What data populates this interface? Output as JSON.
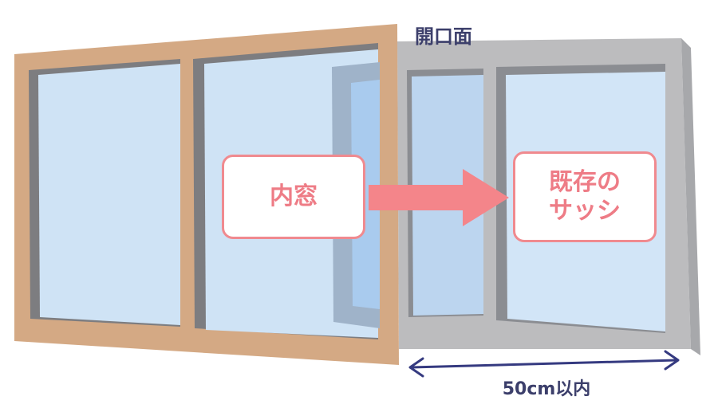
{
  "labels": {
    "opening": "開口面",
    "inner_window": "内窓",
    "existing_sash_line1": "既存の",
    "existing_sash_line2": "サッシ",
    "distance": "50cm以内"
  },
  "colors": {
    "wood_frame": "#d4a984",
    "wood_shadow": "#7d7d80",
    "existing_frame": "#bcbcbe",
    "existing_shadow": "#8b8d92",
    "glass": "#cfe3f5",
    "glass_mid": "#bcd5ef",
    "glass_deep": "#a9cbee",
    "callout_border": "#f08a8f",
    "callout_text": "#ee7c86",
    "arrow": "#f4858a",
    "measure": "#353a80",
    "label_text": "#3c3f6b"
  },
  "icons": {
    "flow_arrow": "arrow-right-icon",
    "measure_arrow": "double-headed-arrow-icon"
  }
}
